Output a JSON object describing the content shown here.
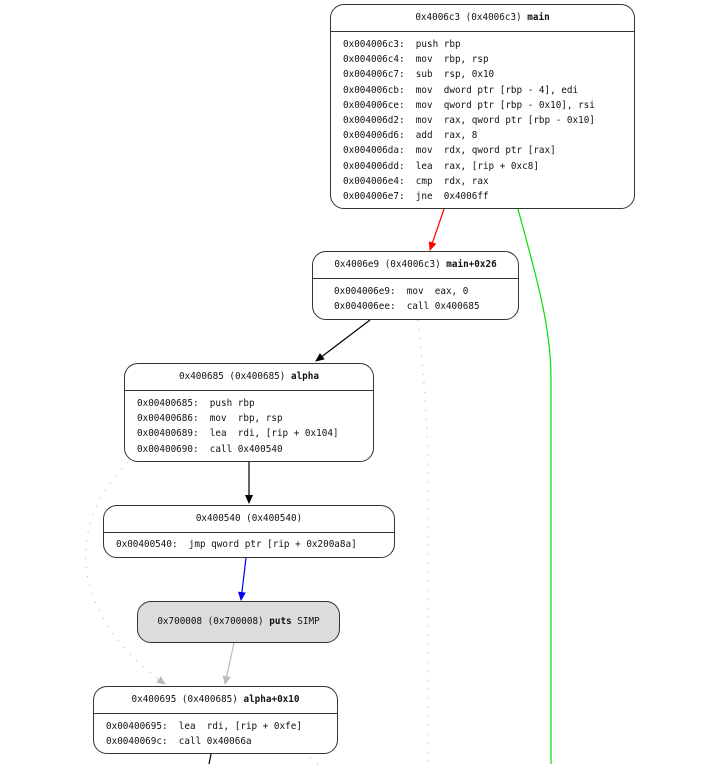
{
  "graph": {
    "nodes": [
      {
        "id": "main",
        "header_addr": "0x4006c3 (0x4006c3)",
        "header_label": "main",
        "header_suffix": "",
        "gray": false,
        "lines": [
          {
            "addr": "0x004006c3:",
            "ins": "push rbp"
          },
          {
            "addr": "0x004006c4:",
            "ins": "mov  rbp, rsp"
          },
          {
            "addr": "0x004006c7:",
            "ins": "sub  rsp, 0x10"
          },
          {
            "addr": "0x004006cb:",
            "ins": "mov  dword ptr [rbp - 4], edi"
          },
          {
            "addr": "0x004006ce:",
            "ins": "mov  qword ptr [rbp - 0x10], rsi"
          },
          {
            "addr": "0x004006d2:",
            "ins": "mov  rax, qword ptr [rbp - 0x10]"
          },
          {
            "addr": "0x004006d6:",
            "ins": "add  rax, 8"
          },
          {
            "addr": "0x004006da:",
            "ins": "mov  rdx, qword ptr [rax]"
          },
          {
            "addr": "0x004006dd:",
            "ins": "lea  rax, [rip + 0xc8]"
          },
          {
            "addr": "0x004006e4:",
            "ins": "cmp  rdx, rax"
          },
          {
            "addr": "0x004006e7:",
            "ins": "jne  0x4006ff"
          }
        ]
      },
      {
        "id": "main_26",
        "header_addr": "0x4006e9 (0x4006c3)",
        "header_label": "main+0x26",
        "header_suffix": "",
        "gray": false,
        "lines": [
          {
            "addr": "0x004006e9:",
            "ins": "mov  eax, 0"
          },
          {
            "addr": "0x004006ee:",
            "ins": "call 0x400685"
          }
        ]
      },
      {
        "id": "alpha",
        "header_addr": "0x400685 (0x400685)",
        "header_label": "alpha",
        "header_suffix": "",
        "gray": false,
        "lines": [
          {
            "addr": "0x00400685:",
            "ins": "push rbp"
          },
          {
            "addr": "0x00400686:",
            "ins": "mov  rbp, rsp"
          },
          {
            "addr": "0x00400689:",
            "ins": "lea  rdi, [rip + 0x104]"
          },
          {
            "addr": "0x00400690:",
            "ins": "call 0x400540"
          }
        ]
      },
      {
        "id": "plt_400540",
        "header_addr": "0x400540 (0x400540)",
        "header_label": "",
        "header_suffix": "",
        "gray": false,
        "lines": [
          {
            "addr": "0x00400540:",
            "ins": "jmp qword ptr [rip + 0x200a8a]"
          }
        ]
      },
      {
        "id": "puts",
        "header_addr": "0x700008 (0x700008)",
        "header_label": "puts",
        "header_suffix": "SIMP",
        "gray": true,
        "lines": []
      },
      {
        "id": "alpha_10",
        "header_addr": "0x400695 (0x400685)",
        "header_label": "alpha+0x10",
        "header_suffix": "",
        "gray": false,
        "lines": [
          {
            "addr": "0x00400695:",
            "ins": "lea  rdi, [rip + 0xfe]"
          },
          {
            "addr": "0x0040069c:",
            "ins": "call 0x40066a"
          }
        ]
      }
    ],
    "edges": [
      {
        "from": "main",
        "to": "main_26",
        "kind": "conditional-false",
        "color": "#ff0000",
        "style": "solid"
      },
      {
        "from": "main",
        "to": "offscreen-0x4006ff",
        "kind": "conditional-true",
        "color": "#00e000",
        "style": "solid"
      },
      {
        "from": "main_26",
        "to": "alpha",
        "kind": "call",
        "color": "#000000",
        "style": "solid"
      },
      {
        "from": "main_26",
        "to": "offscreen",
        "kind": "fake-return",
        "color": "#bbbbbb",
        "style": "dotted"
      },
      {
        "from": "alpha",
        "to": "plt_400540",
        "kind": "call",
        "color": "#000000",
        "style": "solid"
      },
      {
        "from": "alpha",
        "to": "alpha_10",
        "kind": "fake-return",
        "color": "#bbbbbb",
        "style": "dotted"
      },
      {
        "from": "plt_400540",
        "to": "puts",
        "kind": "jump",
        "color": "#0000ee",
        "style": "solid"
      },
      {
        "from": "puts",
        "to": "alpha_10",
        "kind": "return",
        "color": "#bbbbbb",
        "style": "solid"
      },
      {
        "from": "alpha_10",
        "to": "offscreen",
        "kind": "call",
        "color": "#000000",
        "style": "solid"
      },
      {
        "from": "alpha_10",
        "to": "offscreen",
        "kind": "fake-return",
        "color": "#bbbbbb",
        "style": "dotted"
      }
    ]
  }
}
